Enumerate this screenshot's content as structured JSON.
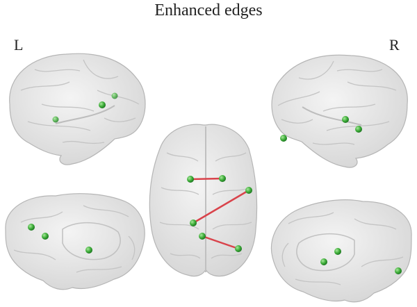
{
  "title": "Enhanced edges",
  "hemisphere_labels": {
    "left": "L",
    "right": "R"
  },
  "colors": {
    "node": "#3fae3a",
    "node_highlight": "#9be08f",
    "edge": "#d9434b",
    "brain_fill": "#e6e6e6",
    "brain_stroke": "#b9b9b9",
    "gyri": "#c8c8c8"
  },
  "views": [
    {
      "id": "left-lateral",
      "hemisphere": "L"
    },
    {
      "id": "left-medial",
      "hemisphere": "L"
    },
    {
      "id": "axial-dorsal"
    },
    {
      "id": "right-lateral",
      "hemisphere": "R"
    },
    {
      "id": "right-medial",
      "hemisphere": "R"
    }
  ],
  "edge_count": 3
}
